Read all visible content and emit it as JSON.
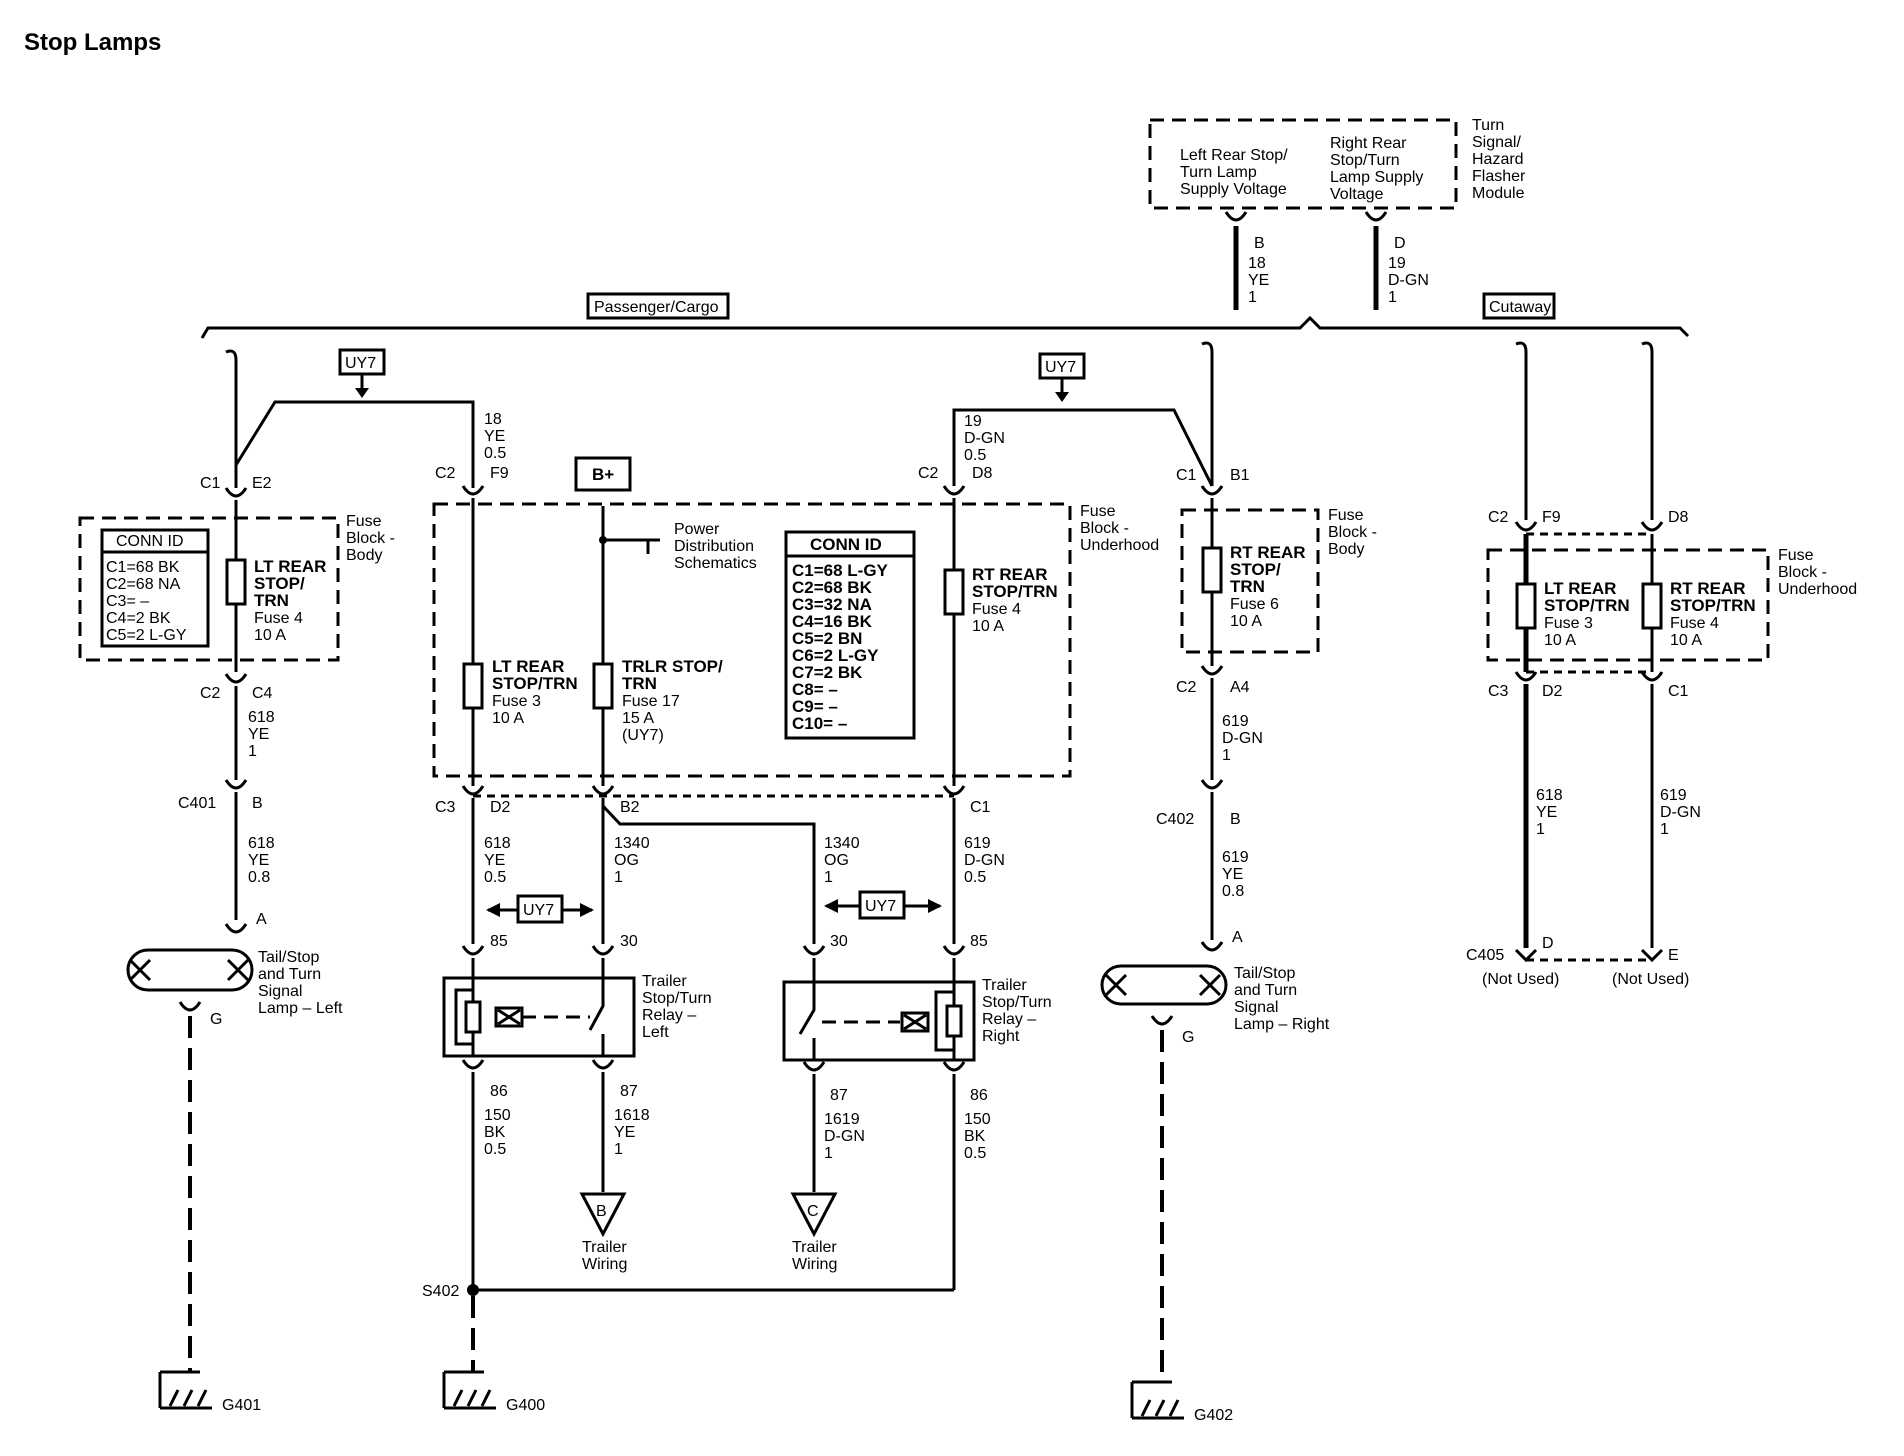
{
  "title": "Stop Lamps",
  "sections": {
    "passenger_cargo": "Passenger/Cargo",
    "cutaway": "Cutaway"
  },
  "module": {
    "name": [
      "Turn",
      "Signal/",
      "Hazard",
      "Flasher",
      "Module"
    ],
    "left_supply": [
      "Left Rear Stop/",
      "Turn Lamp",
      "Supply Voltage"
    ],
    "right_supply": [
      "Right Rear",
      "Stop/Turn",
      "Lamp Supply",
      "Voltage"
    ],
    "pin_b": "B",
    "pin_d": "D",
    "wire_b": [
      "18",
      "YE",
      "1"
    ],
    "wire_d": [
      "19",
      "D-GN",
      "1"
    ]
  },
  "option": "UY7",
  "bplus": "B+",
  "fuse_block_body": [
    "Fuse",
    "Block -",
    "Body"
  ],
  "fuse_block_underhood": [
    "Fuse",
    "Block -",
    "Underhood"
  ],
  "conn_id_label": "CONN ID",
  "conn_left": [
    "C1=68 BK",
    "C2=68 NA",
    "C3= –",
    "C4=2 BK",
    "C5=2 L-GY"
  ],
  "conn_center": [
    "C1=68 L-GY",
    "C2=68 BK",
    "C3=32 NA",
    "C4=16 BK",
    "C5=2 BN",
    "C6=2 L-GY",
    "C7=2 BK",
    "C8= –",
    "C9= –",
    "C10= –"
  ],
  "fuses": {
    "lt_body": [
      "LT REAR",
      "STOP/",
      "TRN",
      "Fuse 4",
      "10 A"
    ],
    "lt_uh": [
      "LT REAR",
      "STOP/TRN",
      "Fuse 3",
      "10 A"
    ],
    "trlr": [
      "TRLR STOP/",
      "TRN",
      "Fuse 17",
      "15 A",
      "(UY7)"
    ],
    "rt_uh": [
      "RT REAR",
      "STOP/TRN",
      "Fuse 4",
      "10 A"
    ],
    "rt_body": [
      "RT REAR",
      "STOP/",
      "TRN",
      "Fuse 6",
      "10 A"
    ],
    "cut_lt": [
      "LT REAR",
      "STOP/TRN",
      "Fuse 3",
      "10 A"
    ],
    "cut_rt": [
      "RT REAR",
      "STOP/TRN",
      "Fuse 4",
      "10 A"
    ]
  },
  "power_dist": [
    "Power",
    "Distribution",
    "Schematics"
  ],
  "connectors": {
    "c1": "C1",
    "c2": "C2",
    "c3": "C3",
    "e2": "E2",
    "f9": "F9",
    "d8": "D8",
    "b1": "B1",
    "c4": "C4",
    "d2": "D2",
    "b2": "B2",
    "a4": "A4",
    "c401": "C401",
    "c402": "C402",
    "c405": "C405",
    "b": "B",
    "a": "A",
    "d": "D",
    "e": "E",
    "g": "G",
    "p85": "85",
    "p30": "30",
    "p86": "86",
    "p87": "87"
  },
  "wires": {
    "w18ye05": [
      "18",
      "YE",
      "0.5"
    ],
    "w19dgn05": [
      "19",
      "D-GN",
      "0.5"
    ],
    "w618ye1": [
      "618",
      "YE",
      "1"
    ],
    "w618ye08": [
      "618",
      "YE",
      "0.8"
    ],
    "w618ye05": [
      "618",
      "YE",
      "0.5"
    ],
    "w1340og1": [
      "1340",
      "OG",
      "1"
    ],
    "w619dgn05": [
      "619",
      "D-GN",
      "0.5"
    ],
    "w619dgn1": [
      "619",
      "D-GN",
      "1"
    ],
    "w619ye08": [
      "619",
      "YE",
      "0.8"
    ],
    "w150bk05": [
      "150",
      "BK",
      "0.5"
    ],
    "w1618ye1": [
      "1618",
      "YE",
      "1"
    ],
    "w1619dgn1": [
      "1619",
      "D-GN",
      "1"
    ]
  },
  "relay_left": [
    "Trailer",
    "Stop/Turn",
    "Relay –",
    "Left"
  ],
  "relay_right": [
    "Trailer",
    "Stop/Turn",
    "Relay –",
    "Right"
  ],
  "lamp_left": [
    "Tail/Stop",
    "and Turn",
    "Signal",
    "Lamp – Left"
  ],
  "lamp_right": [
    "Tail/Stop",
    "and Turn",
    "Signal",
    "Lamp – Right"
  ],
  "trailer_wiring": [
    "Trailer",
    "Wiring"
  ],
  "ref_b": "B",
  "ref_c": "C",
  "splice": "S402",
  "grounds": {
    "g401": "G401",
    "g400": "G400",
    "g402": "G402"
  },
  "not_used": "(Not Used)"
}
